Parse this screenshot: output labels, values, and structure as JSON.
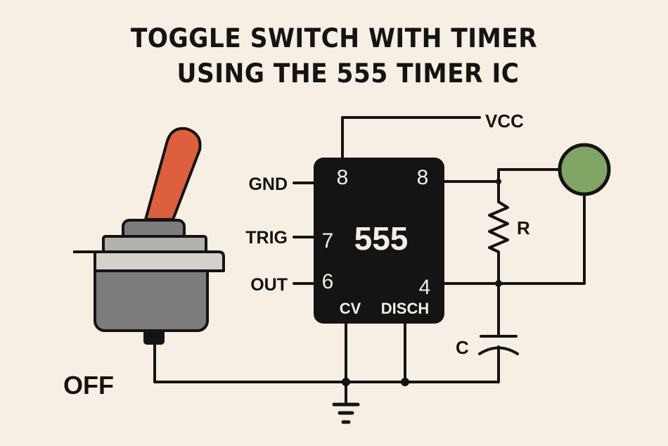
{
  "title": {
    "line1": "TOGGLE SWITCH WITH TIMER",
    "line2": "USING THE 555 TIMER IC"
  },
  "switch": {
    "state_label": "OFF",
    "lever_color": "#dd5f3d",
    "body_color": "#7c7c7c"
  },
  "ic": {
    "name": "555",
    "left_pins": [
      {
        "label": "GND",
        "number": "8"
      },
      {
        "label": "TRIG",
        "number": "7"
      },
      {
        "label": "OUT",
        "number": "6"
      }
    ],
    "right_pins": [
      {
        "number": "8"
      },
      {
        "number": "4"
      }
    ],
    "bottom_pins": [
      {
        "label": "CV"
      },
      {
        "label": "DISCH"
      }
    ]
  },
  "supply": {
    "label": "VCC"
  },
  "components": {
    "resistor_label": "R",
    "capacitor_label": "C",
    "indicator_color": "#80a565"
  }
}
